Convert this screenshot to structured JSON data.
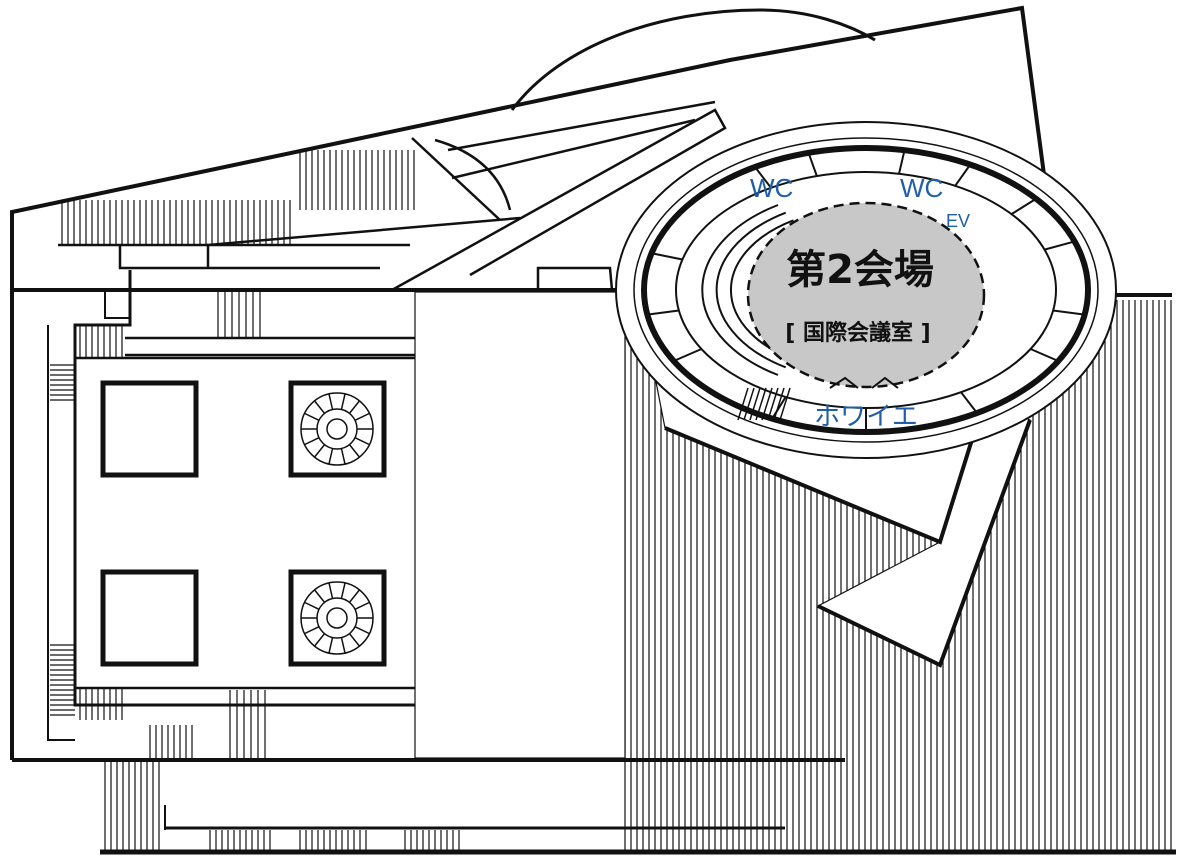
{
  "map": {
    "hall_title": "第2会場",
    "hall_subtitle": "[ 国際会議室 ]",
    "labels": {
      "wc_left": "WC",
      "wc_right": "WC",
      "ev": "EV",
      "foyer": "ホワイエ"
    }
  },
  "colors": {
    "line": "#111111",
    "hall_fill": "#c8c8c8",
    "label_blue": "#1f5fa8",
    "background": "#ffffff"
  }
}
